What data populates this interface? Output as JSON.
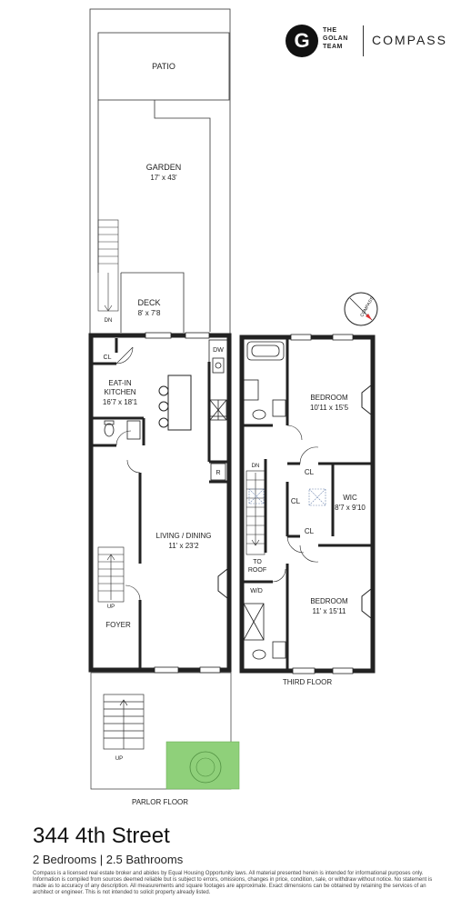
{
  "brand": {
    "team_line1": "THE",
    "team_line2": "GOLAN",
    "team_line3": "TEAM",
    "logo_letter": "G",
    "company": "COMPASS"
  },
  "rooms": {
    "patio": "PATIO",
    "garden": "GARDEN",
    "garden_dim": "17' x 43'",
    "deck": "DECK",
    "deck_dim": "8' x 7'8",
    "cl": "CL",
    "dw": "DW",
    "eatin_line1": "EAT-IN",
    "eatin_line2": "KITCHEN",
    "eatin_dim": "16'7 x 18'1",
    "r": "R",
    "living": "LIVING / DINING",
    "living_dim": "11' x 23'2",
    "foyer": "FOYER",
    "up": "UP",
    "dn": "DN",
    "bedroom": "BEDROOM",
    "bed1_dim": "10'11 x 15'5",
    "wic": "WIC",
    "wic_dim": "8'7 x 9'10",
    "to": "TO",
    "roof": "ROOF",
    "wd": "W/D",
    "bed2_dim": "11' x 15'11"
  },
  "floors": {
    "parlor": "PARLOR FLOOR",
    "third": "THIRD FLOOR"
  },
  "compass_rose": {
    "label": "COMPASS"
  },
  "listing": {
    "address": "344 4th Street",
    "summary": "2 Bedrooms | 2.5 Bathrooms",
    "disclaimer": "Compass is a licensed real estate broker and abides by Equal Housing Opportunity laws. All material presented herein is intended for informational purposes only. Information is compiled from sources deemed reliable but is subject to errors, omissions, changes in price, condition, sale, or withdraw without notice. No statement is made as to accuracy of any description. All measurements and square footages are approximate. Exact dimensions can be obtained by retaining the services of an architect or engineer. This is not intended to solicit property already listed."
  },
  "colors": {
    "wall": "#222222",
    "tree_fill": "#8fd07a"
  }
}
